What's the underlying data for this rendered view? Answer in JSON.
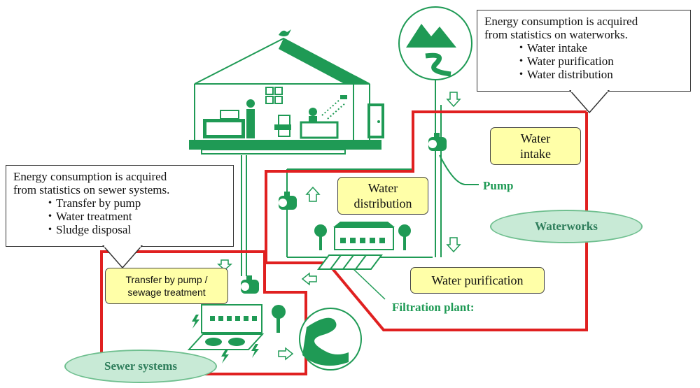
{
  "callouts": {
    "waterworks": {
      "title_line1": "Energy consumption is acquired",
      "title_line2": "from statistics on waterworks.",
      "items": [
        "Water intake",
        "Water purification",
        "Water distribution"
      ]
    },
    "sewer": {
      "title_line1": "Energy consumption is acquired",
      "title_line2": "from statistics on sewer   systems.",
      "items": [
        "Transfer by pump",
        "Water treatment",
        "Sludge disposal"
      ]
    }
  },
  "tags": {
    "water_intake_line1": "Water",
    "water_intake_line2": "intake",
    "water_distribution_line1": "Water",
    "water_distribution_line2": "distribution",
    "water_purification": "Water purification",
    "transfer_line1": "Transfer by pump /",
    "transfer_line2": "sewage treatment"
  },
  "labels": {
    "pump": "Pump",
    "filtration_plant": "Filtration plant:",
    "waterworks": "Waterworks",
    "sewer_systems": "Sewer systems"
  },
  "colors": {
    "green": "#1f9a55",
    "red": "#e02020",
    "tag_fill": "#ffffa8",
    "ellipse_fill": "#c8ead6"
  },
  "icons": [
    "house-icon",
    "mountain-river-icon",
    "river-outlet-icon",
    "pump-icon",
    "tree-icon",
    "lightning-icon",
    "arrow-icon",
    "bird-icon"
  ]
}
